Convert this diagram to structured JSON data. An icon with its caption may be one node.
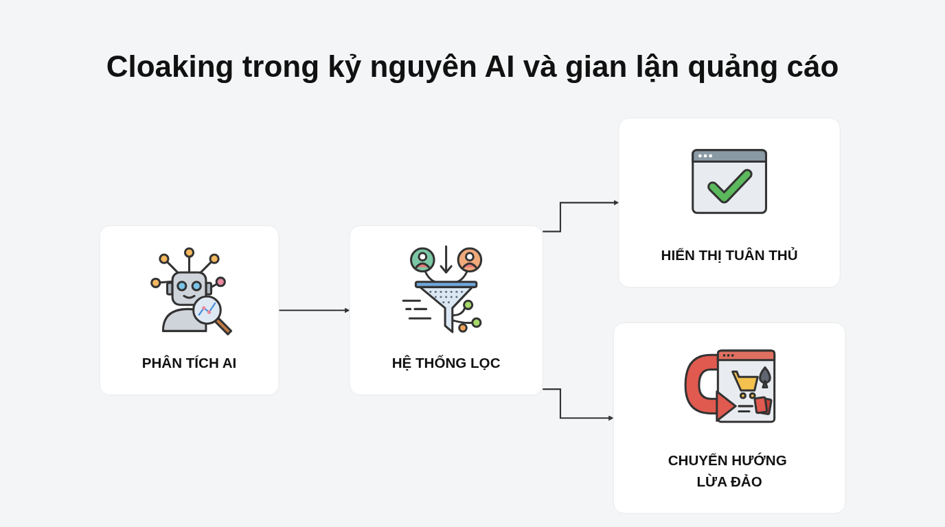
{
  "diagram": {
    "title": "Cloaking trong kỷ nguyên AI và gian lận quảng cáo",
    "nodes": [
      {
        "text": [
          "PHÂN TÍCH AI"
        ]
      },
      {
        "text": [
          "HỆ THỐNG LỌC"
        ]
      },
      {
        "text": [
          "HIỂN THỊ TUÂN THỦ"
        ]
      },
      {
        "text": [
          "CHUYỂN HƯỚNG LỪA ĐẢO"
        ]
      }
    ],
    "edges": [
      {
        "from": 0,
        "to": 1,
        "arrow": "to"
      },
      {
        "from": 1,
        "to": 2,
        "arrow": "to"
      },
      {
        "from": 1,
        "to": 3,
        "arrow": "to"
      }
    ]
  }
}
